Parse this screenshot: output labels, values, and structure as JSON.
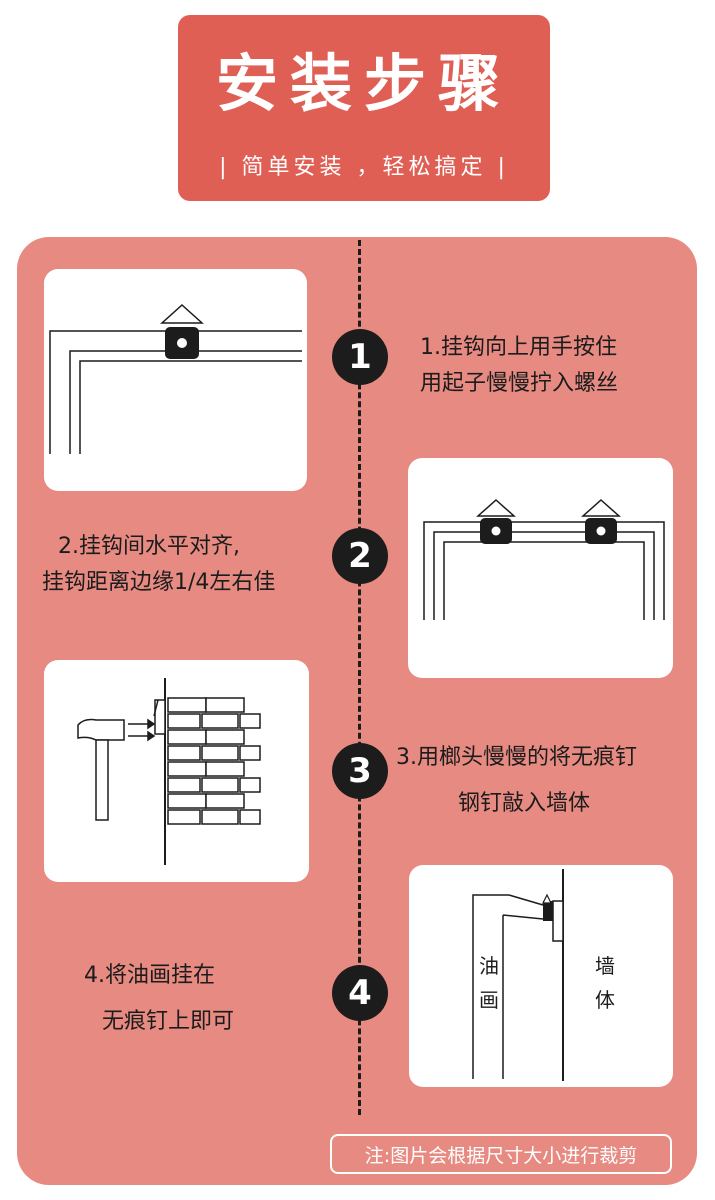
{
  "header": {
    "title": "安装步骤",
    "subtitle": "| 简单安装 ，轻松搞定 |"
  },
  "steps": [
    {
      "number": "1",
      "line1": "1.挂钩向上用手按住",
      "line2": "用起子慢慢拧入螺丝"
    },
    {
      "number": "2",
      "line1": "2.挂钩间水平对齐,",
      "line2": "挂钩距离边缘1/4左右佳"
    },
    {
      "number": "3",
      "line1": "3.用榔头慢慢的将无痕钉",
      "line2": "钢钉敲入墙体"
    },
    {
      "number": "4",
      "line1": "4.将油画挂在",
      "line2": "无痕钉上即可"
    }
  ],
  "illustration4": {
    "painting_label": "油画",
    "wall_label": "墙体"
  },
  "footer_note": "注:图片会根据尺寸大小进行裁剪",
  "colors": {
    "header_red": "#e05f55",
    "panel_pink": "#e68a82",
    "dark": "#1c1c1c"
  }
}
